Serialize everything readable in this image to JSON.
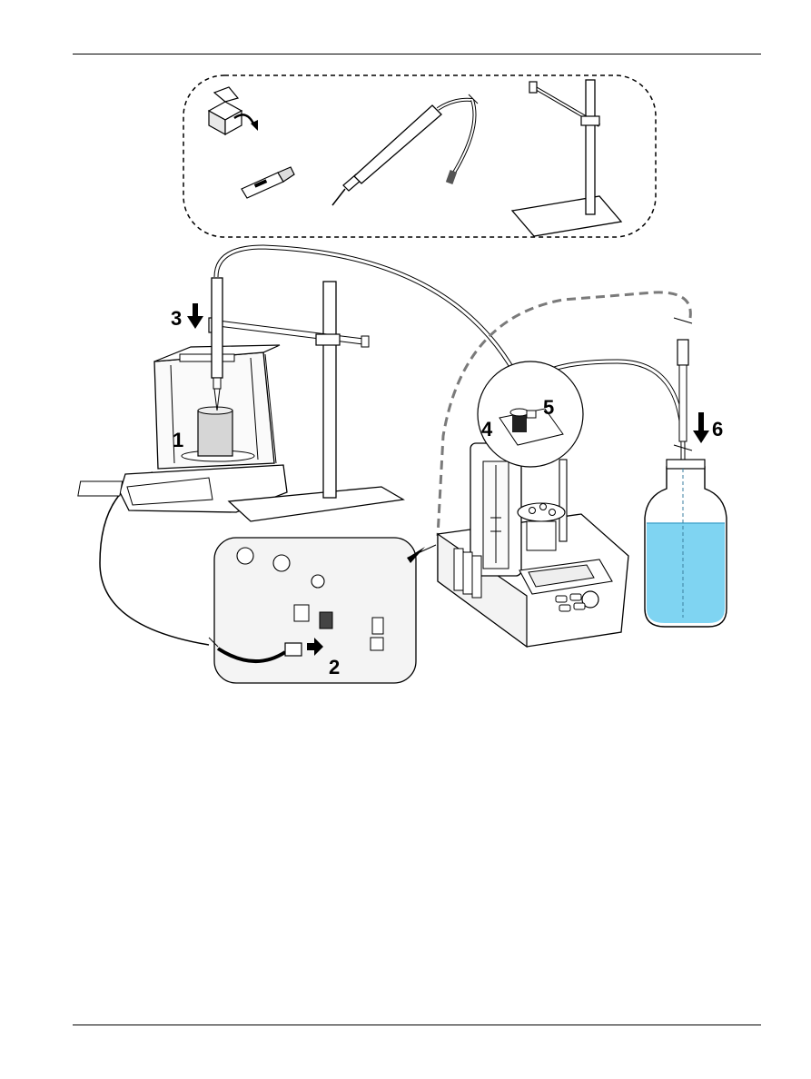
{
  "figure": {
    "step_labels": [
      "1",
      "2",
      "3",
      "4",
      "5",
      "6"
    ],
    "accessories": [
      "box-icon",
      "usb-stick-icon",
      "electrode-icon",
      "stand-icon"
    ],
    "colors": {
      "line": "#000000",
      "tube": "#ffffff",
      "dashed_tube": "#7a7a7a",
      "beaker": "#d6d6d6",
      "bottle_liquid": "#7fd4f2",
      "background_panel": "#f4f4f4"
    }
  }
}
